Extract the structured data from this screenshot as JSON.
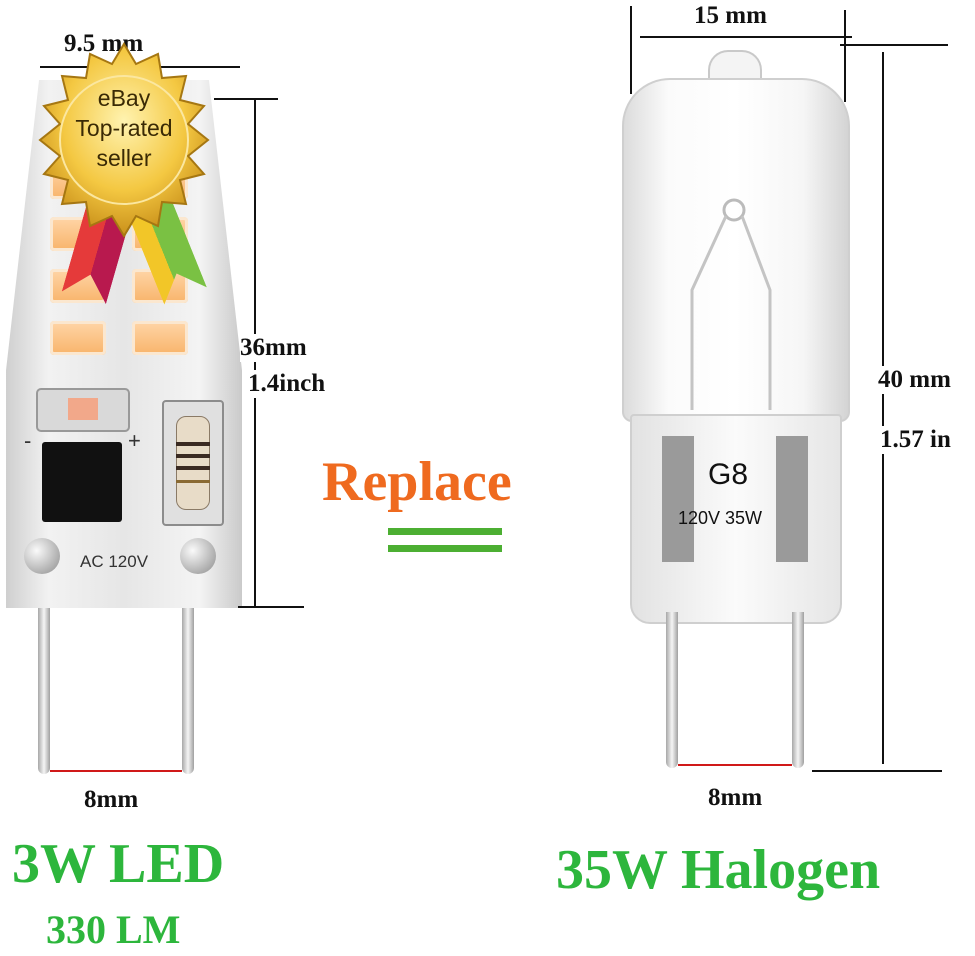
{
  "led": {
    "width_label": "9.5 mm",
    "height_label_mm": "36mm",
    "height_label_in": "1.4inch",
    "pin_spacing_label": "8mm",
    "body_print": "AC 120V",
    "polarity_minus": "-",
    "polarity_plus": "+",
    "title": "3W LED",
    "subtitle": "330 LM"
  },
  "badge": {
    "line1": "eBay",
    "line2": "Top-rated",
    "line3": "seller"
  },
  "center": {
    "replace_label": "Replace"
  },
  "halogen": {
    "width_label": "15 mm",
    "height_label_mm": "40 mm",
    "height_label_in": "1.57 in",
    "pin_spacing_label": "8mm",
    "base_type": "G8",
    "rating": "120V 35W",
    "title": "35W Halogen"
  },
  "colors": {
    "title_green": "#2db63c",
    "replace_orange": "#ef6a1f",
    "equals_green": "#4caf32",
    "dimension_red": "#d01919"
  }
}
